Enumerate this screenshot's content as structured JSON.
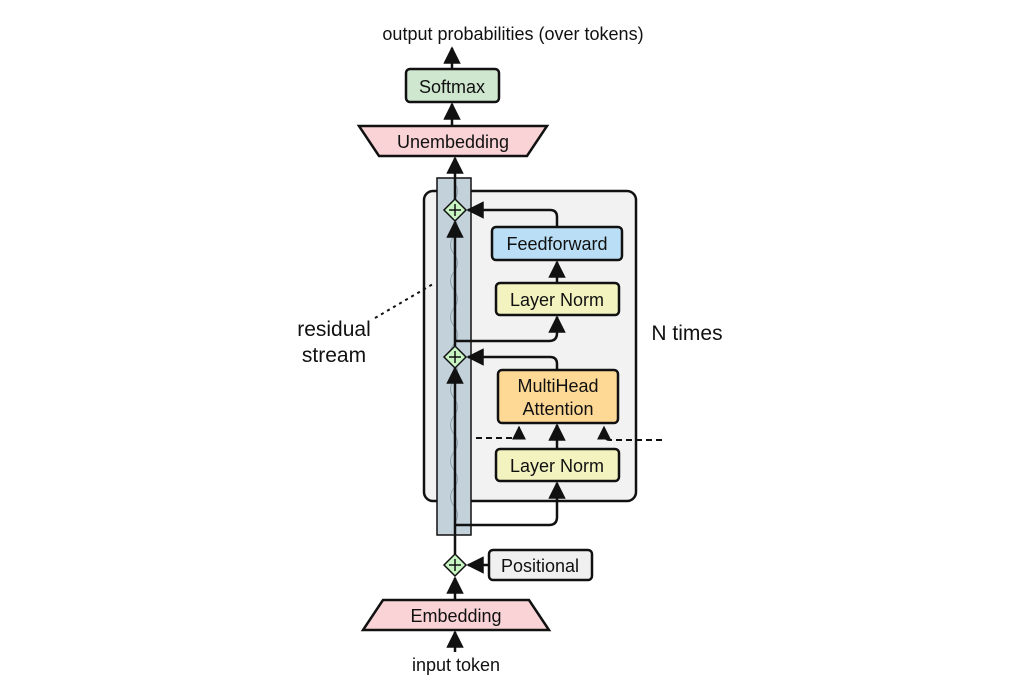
{
  "labels": {
    "output": "output probabilities (over tokens)",
    "input": "input token",
    "residual_line1": "residual",
    "residual_line2": "stream",
    "n_times": "N times"
  },
  "blocks": {
    "softmax": "Softmax",
    "unembedding": "Unembedding",
    "feedforward": "Feedforward",
    "layer_norm_upper": "Layer Norm",
    "attention_line1": "MultiHead",
    "attention_line2": "Attention",
    "layer_norm_lower": "Layer Norm",
    "positional": "Positional",
    "embedding": "Embedding"
  },
  "colors": {
    "softmax": "#cfe6cf",
    "embedding": "#f9d3d6",
    "feedforward": "#b9def5",
    "layer_norm": "#f3f3c0",
    "attention": "#fdd995",
    "positional": "#f0f0f0",
    "repeat_panel": "#f2f2f2",
    "residual": "#c3d2da",
    "add_node": "#c9f5c3"
  }
}
